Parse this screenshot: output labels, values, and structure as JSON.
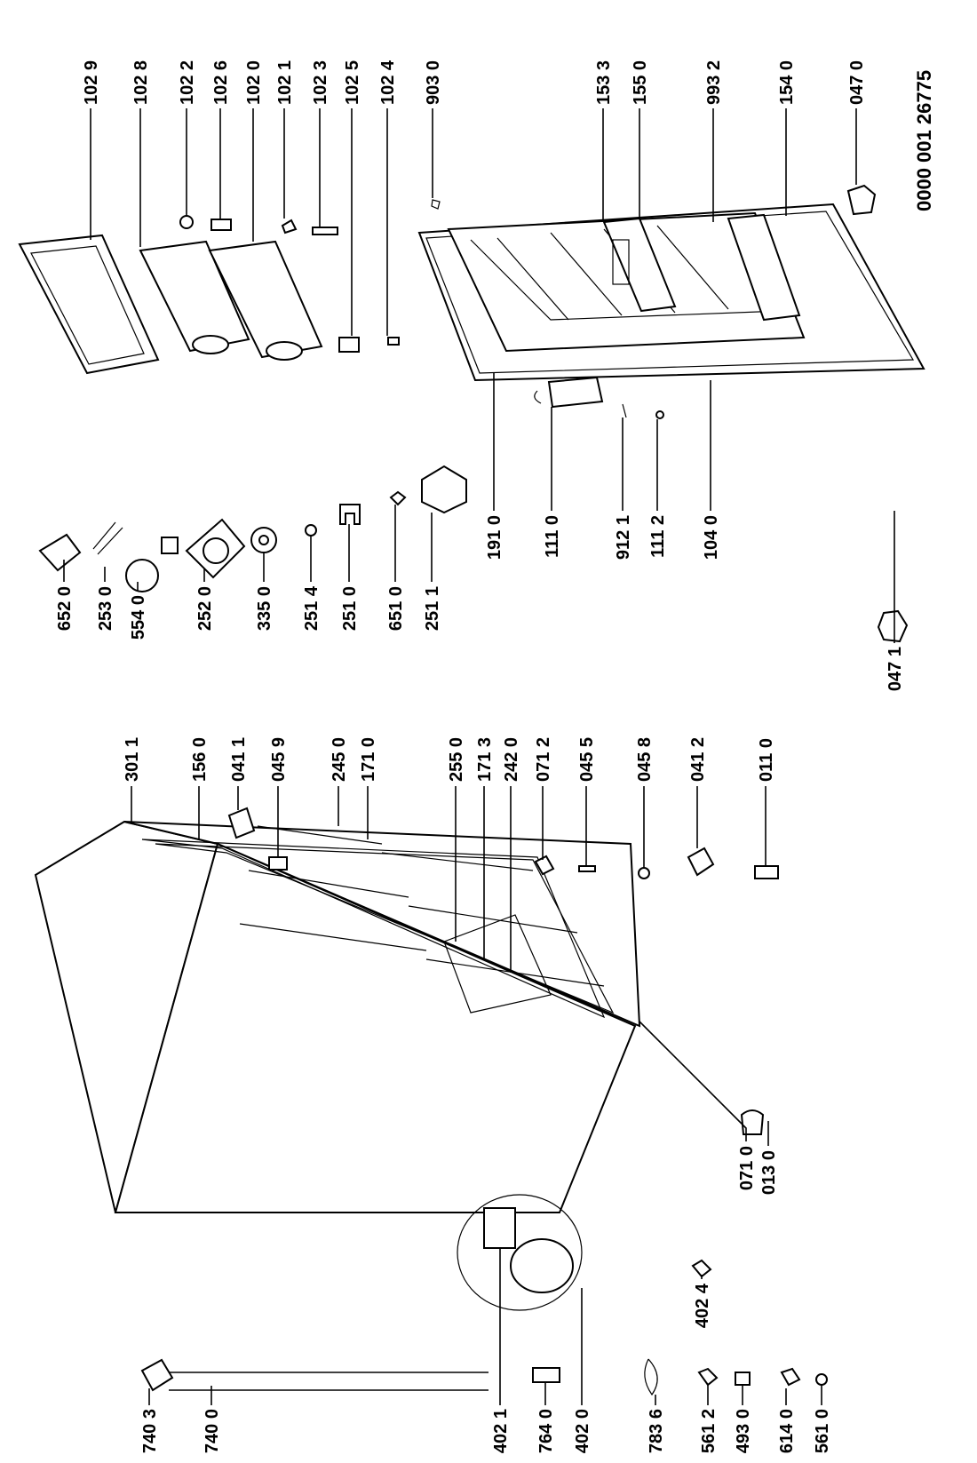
{
  "document_number": "0000 001 26775",
  "labels": {
    "l1029": "102 9",
    "l1028": "102 8",
    "l1022": "102 2",
    "l1026": "102 6",
    "l1020": "102 0",
    "l1021": "102 1",
    "l1023": "102 3",
    "l1025": "102 5",
    "l1024": "102 4",
    "l9030": "903 0",
    "l1533": "153 3",
    "l1550": "155 0",
    "l9932": "993 2",
    "l1540": "154 0",
    "l0470": "047 0",
    "l6520": "652 0",
    "l2530": "253 0",
    "l5540": "554 0",
    "l2520": "252 0",
    "l3350": "335 0",
    "l2514": "251 4",
    "l2510": "251 0",
    "l6510": "651 0",
    "l2511": "251 1",
    "l1910": "191 0",
    "l1110": "111 0",
    "l9121": "912 1",
    "l1112": "111 2",
    "l1040": "104 0",
    "l0471": "047 1",
    "l3011": "301  1",
    "l1560": "156 0",
    "l0411": "041 1",
    "l0459": "045 9",
    "l2450": "245 0",
    "l1710": "171 0",
    "l2550": "255 0",
    "l1713": "171 3",
    "l2420": "242 0",
    "l0712": "071 2",
    "l0455": "045 5",
    "l0458": "045 8",
    "l0412": "041 2",
    "l0110": "011 0",
    "l7403": "740 3",
    "l7400": "740 0",
    "l4021": "402 1",
    "l7640": "764 0",
    "l4020": "402 0",
    "l7836": "783 6",
    "l5612": "561 2",
    "l4930": "493 0",
    "l6140": "614 0",
    "l5610": "561 0",
    "l4024": "402 4",
    "l0710": "071 0",
    "l0130": "013 0"
  }
}
